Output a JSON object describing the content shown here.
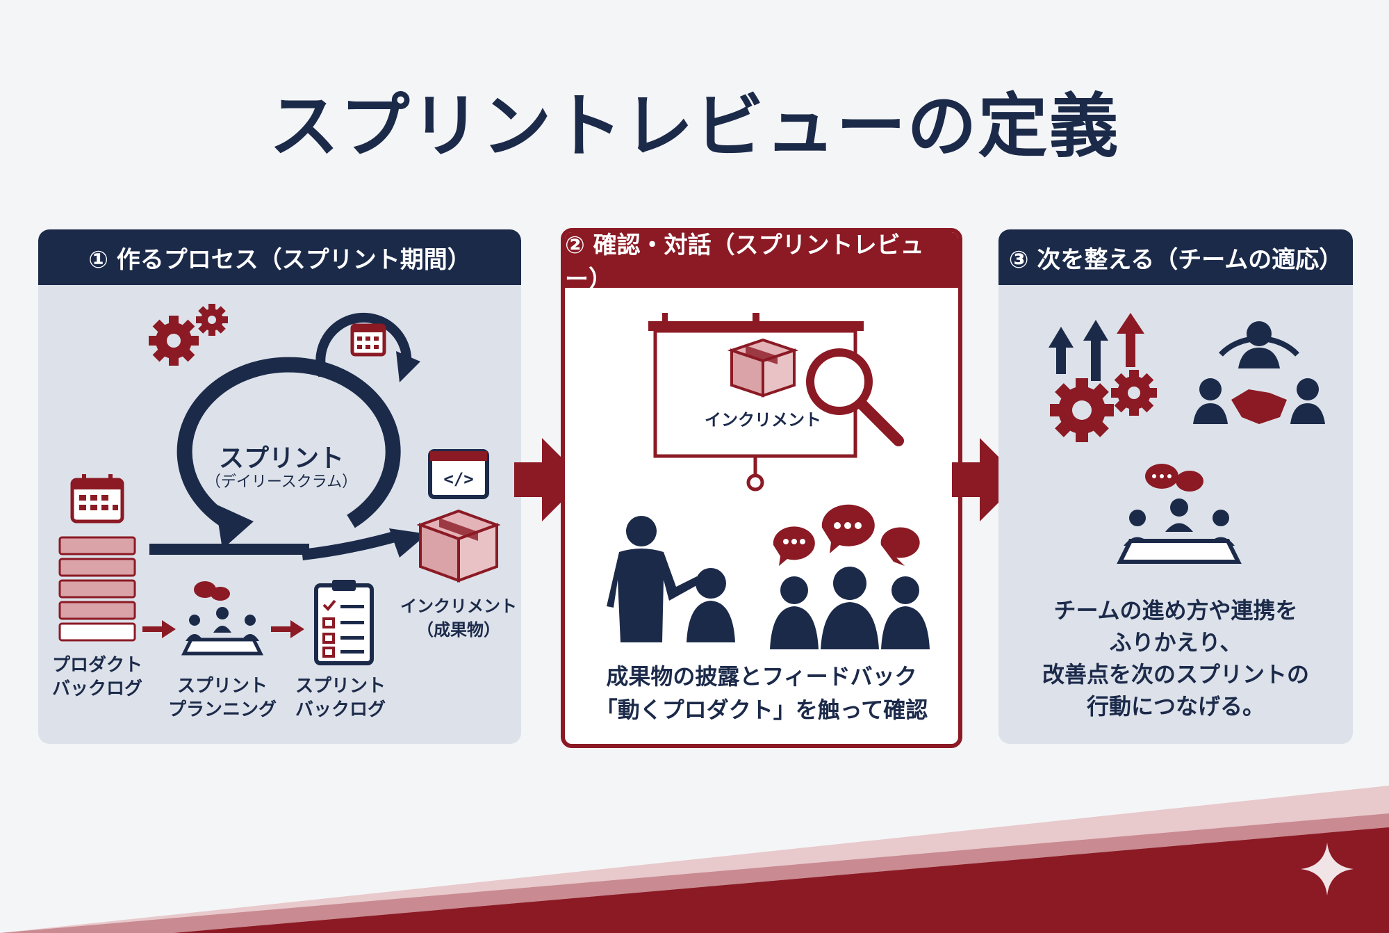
{
  "title": "スプリントレビューの定義",
  "panels": {
    "p1": {
      "header": "① 作るプロセス（スプリント期間）",
      "sprint_label": "スプリント",
      "sprint_sub": "（デイリースクラム）",
      "product_backlog": [
        "プロダクト",
        "バックログ"
      ],
      "sprint_planning": [
        "スプリント",
        "プランニング"
      ],
      "sprint_backlog": [
        "スプリント",
        "バックログ"
      ],
      "increment": [
        "インクリメント",
        "（成果物）"
      ],
      "code_icon_text": "</>"
    },
    "p2": {
      "header": "② 確認・対話（スプリントレビュー）",
      "board_label": "インクリメント",
      "caption_lines": [
        "成果物の披露とフィードバック",
        "「動くプロダクト」を触って確認"
      ]
    },
    "p3": {
      "header": "③ 次を整える（チームの適応）",
      "caption_lines": [
        "チームの進め方や連携を",
        "ふりかえり、",
        "改善点を次のスプリントの",
        "行動につなげる。"
      ]
    }
  },
  "colors": {
    "navy": "#1c2a4a",
    "crimson": "#8b1a24",
    "panel_bg": "#dde2ea",
    "pink": "#d9a3a8"
  }
}
